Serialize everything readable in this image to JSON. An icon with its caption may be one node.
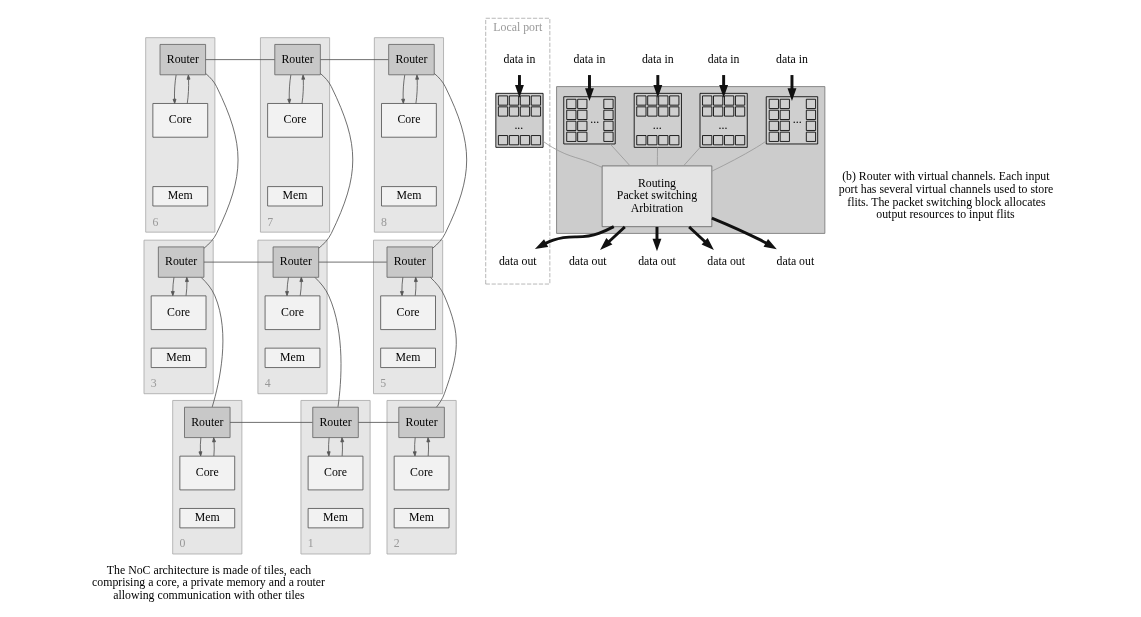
{
  "diagram": {
    "nodes": [
      {
        "text": [
          "6"
        ]
      },
      {
        "text": [
          "Router"
        ],
        "in": 0
      },
      {
        "text": [
          "Core"
        ],
        "in": 0
      },
      {
        "text": [
          "Mem"
        ],
        "in": 0
      },
      {
        "text": [
          "7"
        ]
      },
      {
        "text": [
          "Router"
        ],
        "in": 4
      },
      {
        "text": [
          "Core"
        ],
        "in": 4
      },
      {
        "text": [
          "Mem"
        ],
        "in": 4
      },
      {
        "text": [
          "8"
        ]
      },
      {
        "text": [
          "Router"
        ],
        "in": 8
      },
      {
        "text": [
          "Core"
        ],
        "in": 8
      },
      {
        "text": [
          "Mem"
        ],
        "in": 8
      },
      {
        "text": [
          "3"
        ]
      },
      {
        "text": [
          "Router"
        ],
        "in": 12
      },
      {
        "text": [
          "Core"
        ],
        "in": 12
      },
      {
        "text": [
          "Mem"
        ],
        "in": 12
      },
      {
        "text": [
          "4"
        ]
      },
      {
        "text": [
          "Router"
        ],
        "in": 16
      },
      {
        "text": [
          "Core"
        ],
        "in": 16
      },
      {
        "text": [
          "Mem"
        ],
        "in": 16
      },
      {
        "text": [
          "5"
        ]
      },
      {
        "text": [
          "Router"
        ],
        "in": 20
      },
      {
        "text": [
          "Core"
        ],
        "in": 20
      },
      {
        "text": [
          "Mem"
        ],
        "in": 20
      },
      {
        "text": [
          "0"
        ]
      },
      {
        "text": [
          "Router"
        ],
        "in": 24
      },
      {
        "text": [
          "Core"
        ],
        "in": 24
      },
      {
        "text": [
          "Mem"
        ],
        "in": 24
      },
      {
        "text": [
          "1"
        ]
      },
      {
        "text": [
          "Router"
        ],
        "in": 28
      },
      {
        "text": [
          "Core"
        ],
        "in": 28
      },
      {
        "text": [
          "Mem"
        ],
        "in": 28
      },
      {
        "text": [
          "2"
        ]
      },
      {
        "text": [
          "Router"
        ],
        "in": 32
      },
      {
        "text": [
          "Core"
        ],
        "in": 32
      },
      {
        "text": [
          "Mem"
        ],
        "in": 32
      },
      {
        "text": [],
        "shape": "box"
      },
      {
        "text": [
          "Local port"
        ]
      },
      {
        "text": [
          "..."
        ],
        "in": 37
      },
      {
        "text": [
          "..."
        ],
        "in": 36
      },
      {
        "text": [
          "..."
        ],
        "in": 36
      },
      {
        "text": [
          "Routing",
          "Packet switching",
          "Arbitration"
        ],
        "in": 36
      },
      {
        "text": [
          "..."
        ],
        "in": 36
      },
      {
        "text": [
          "..."
        ],
        "in": 36
      },
      {
        "text": [
          "data in"
        ],
        "in": 37
      },
      {
        "text": [
          "data out"
        ],
        "in": 37
      },
      {
        "text": [
          "data in"
        ]
      },
      {
        "text": [
          "data out"
        ]
      },
      {
        "text": [
          "data in"
        ]
      },
      {
        "text": [
          "data out"
        ]
      },
      {
        "text": [
          "data in"
        ]
      },
      {
        "text": [
          "data out"
        ]
      },
      {
        "text": [
          "data in"
        ]
      },
      {
        "text": [
          "data out"
        ]
      }
    ],
    "edges": [
      {
        "from": 1,
        "to": 5,
        "arrow": "none"
      },
      {
        "from": 5,
        "to": 9,
        "arrow": "none"
      },
      {
        "from": 13,
        "to": 17,
        "arrow": "none"
      },
      {
        "from": 17,
        "to": 21,
        "arrow": "none"
      },
      {
        "from": 25,
        "to": 29,
        "arrow": "none"
      },
      {
        "from": 29,
        "to": 33,
        "arrow": "none"
      },
      {
        "from": 1,
        "to": 13,
        "arrow": "none"
      },
      {
        "from": 5,
        "to": 17,
        "arrow": "none"
      },
      {
        "from": 9,
        "to": 21,
        "arrow": "none"
      },
      {
        "from": 13,
        "to": 25,
        "arrow": "none"
      },
      {
        "from": 17,
        "to": 29,
        "arrow": "none"
      },
      {
        "from": 21,
        "to": 33,
        "arrow": "none"
      },
      {
        "from": 1,
        "to": 2,
        "arrow": "to"
      },
      {
        "from": 2,
        "to": 1,
        "arrow": "to"
      },
      {
        "from": 5,
        "to": 6,
        "arrow": "to"
      },
      {
        "from": 6,
        "to": 5,
        "arrow": "to"
      },
      {
        "from": 9,
        "to": 10,
        "arrow": "to"
      },
      {
        "from": 10,
        "to": 9,
        "arrow": "to"
      },
      {
        "from": 13,
        "to": 14,
        "arrow": "to"
      },
      {
        "from": 14,
        "to": 13,
        "arrow": "to"
      },
      {
        "from": 17,
        "to": 18,
        "arrow": "to"
      },
      {
        "from": 18,
        "to": 17,
        "arrow": "to"
      },
      {
        "from": 21,
        "to": 22,
        "arrow": "to"
      },
      {
        "from": 22,
        "to": 21,
        "arrow": "to"
      },
      {
        "from": 25,
        "to": 26,
        "arrow": "to"
      },
      {
        "from": 26,
        "to": 25,
        "arrow": "to"
      },
      {
        "from": 29,
        "to": 30,
        "arrow": "to"
      },
      {
        "from": 30,
        "to": 29,
        "arrow": "to"
      },
      {
        "from": 33,
        "to": 34,
        "arrow": "to"
      },
      {
        "from": 34,
        "to": 33,
        "arrow": "to"
      },
      {
        "from": 44,
        "to": 38,
        "arrow": "to",
        "style": "thick"
      },
      {
        "from": 41,
        "to": 45,
        "arrow": "to",
        "style": "thick"
      },
      {
        "from": 46,
        "to": 39,
        "arrow": "to",
        "style": "thick"
      },
      {
        "from": 41,
        "to": 47,
        "arrow": "to",
        "style": "thick"
      },
      {
        "from": 48,
        "to": 40,
        "arrow": "to",
        "style": "thick"
      },
      {
        "from": 41,
        "to": 49,
        "arrow": "to",
        "style": "thick"
      },
      {
        "from": 50,
        "to": 42,
        "arrow": "to",
        "style": "thick"
      },
      {
        "from": 41,
        "to": 51,
        "arrow": "to",
        "style": "thick"
      },
      {
        "from": 52,
        "to": 43,
        "arrow": "to",
        "style": "thick"
      },
      {
        "from": 41,
        "to": 53,
        "arrow": "to",
        "style": "thick"
      },
      {
        "from": 38,
        "to": 41,
        "arrow": "none",
        "color": "#999999"
      },
      {
        "from": 39,
        "to": 41,
        "arrow": "none",
        "color": "#999999"
      },
      {
        "from": 40,
        "to": 41,
        "arrow": "none",
        "color": "#999999"
      },
      {
        "from": 42,
        "to": 41,
        "arrow": "none",
        "color": "#999999"
      },
      {
        "from": 43,
        "to": 41,
        "arrow": "none",
        "color": "#999999"
      }
    ],
    "labels": [
      "The NoC architecture is made of tiles, each comprising a core, a private memory and a router allowing communication with other tiles",
      "(b) Router with virtual channels. Each input port has several virtual channels used to store flits. The packet switching block allocates output resources to input flits"
    ]
  }
}
